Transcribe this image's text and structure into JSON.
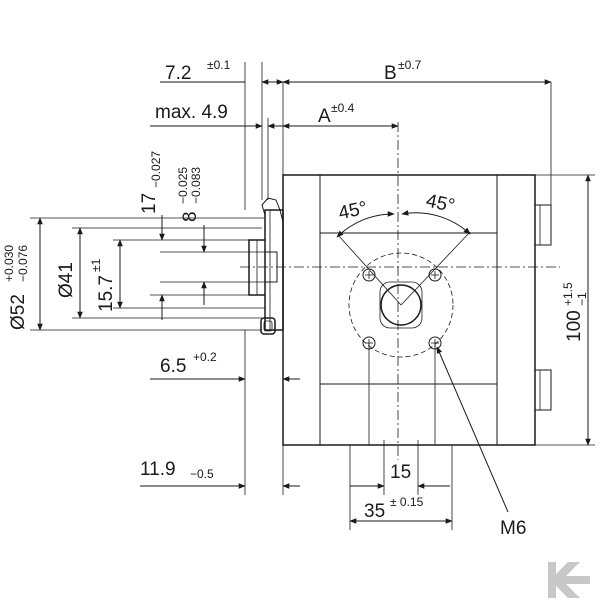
{
  "dimensions": {
    "d_7_2": {
      "value": "7.2",
      "tol": "±0.1"
    },
    "d_B": {
      "value": "B",
      "tol": "±0.7"
    },
    "d_max_4_9": {
      "value": "max. 4.9"
    },
    "d_A": {
      "value": "A",
      "tol": "±0.4"
    },
    "d_17": {
      "value": "17",
      "tol": "−0.027"
    },
    "d_8": {
      "value": "8",
      "tol_upper": "−0.025",
      "tol_lower": "−0.083"
    },
    "d_45_left": {
      "value": "45°"
    },
    "d_45_right": {
      "value": "45°"
    },
    "d_52": {
      "value": "Ø52",
      "tol_upper": "+0.030",
      "tol_lower": "−0.076"
    },
    "d_41": {
      "value": "Ø41"
    },
    "d_15_7": {
      "value": "15.7",
      "tol": "±1"
    },
    "d_100": {
      "value": "100",
      "tol_upper": "+1.5",
      "tol_lower": "−1"
    },
    "d_6_5": {
      "value": "6.5",
      "tol": "+0.2"
    },
    "d_11_9": {
      "value": "11.9",
      "tol": "−0.5"
    },
    "d_15": {
      "value": "15"
    },
    "d_35": {
      "value": "35",
      "tol": "± 0.15"
    },
    "d_M6": {
      "value": "M6"
    }
  },
  "colors": {
    "line": "#1a1a1a",
    "logo": "#c8c8c8"
  },
  "logo_icon": "brand-k-arrow-logo"
}
